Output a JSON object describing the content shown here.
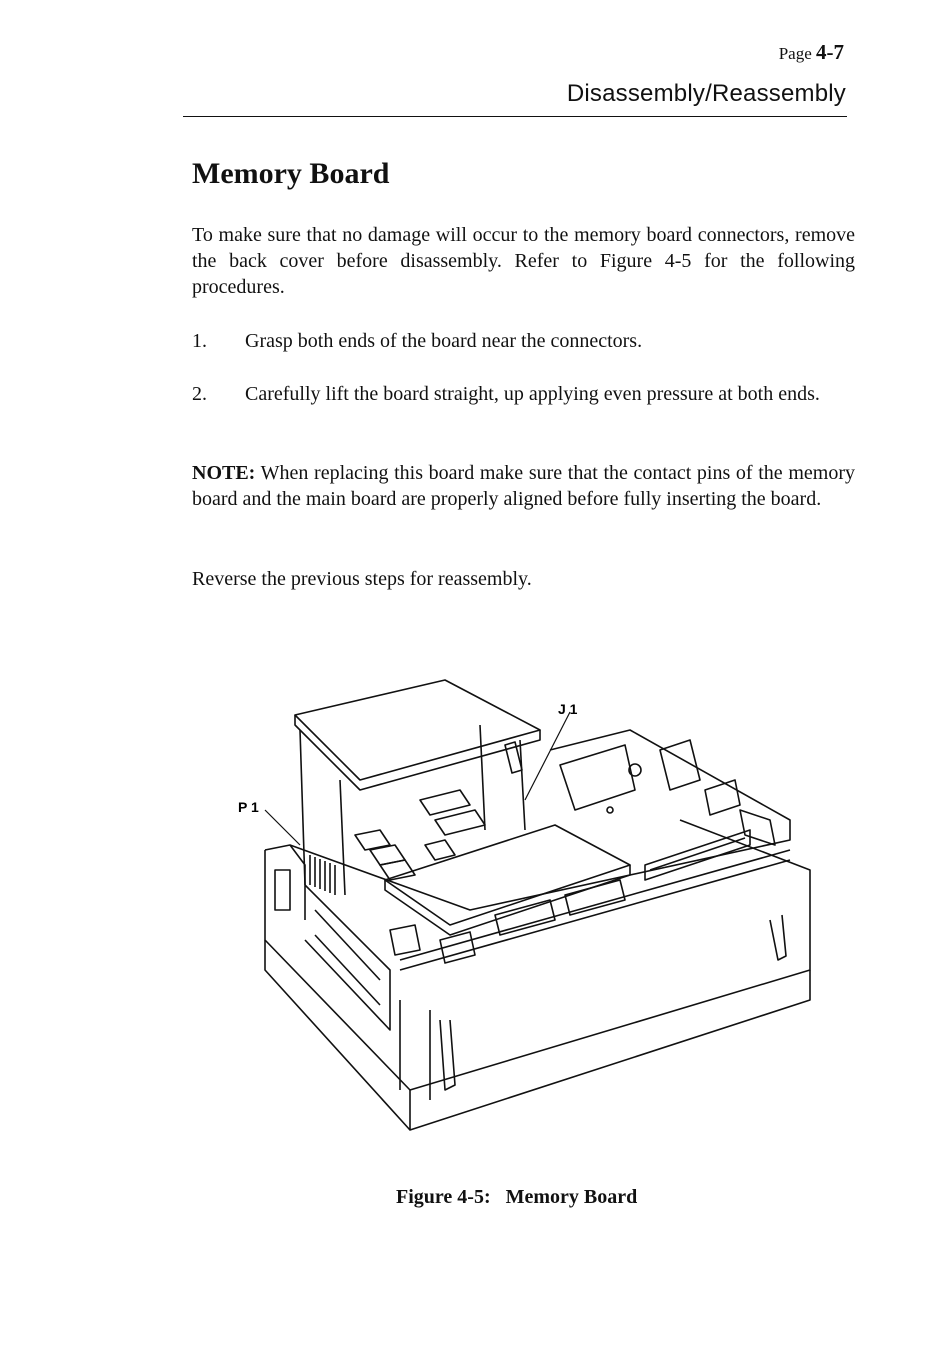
{
  "header": {
    "page_prefix": "Page",
    "page_number": "4-7",
    "section_title": "Disassembly/Reassembly"
  },
  "main": {
    "title": "Memory Board",
    "intro": "To make sure that no damage will occur to the memory board connectors, remove the back cover before disassembly. Refer to Figure 4-5 for the following procedures.",
    "steps": [
      {
        "number": "1.",
        "text": "Grasp both ends of the board near the connectors."
      },
      {
        "number": "2.",
        "text": "Carefully lift the board straight, up applying even pressure at both ends."
      }
    ],
    "note_label": "NOTE:",
    "note_text": " When replacing this board make sure that the contact pins of the memory board and the main board are properly aligned before fully inserting the board.",
    "reverse": "Reverse the previous steps for reassembly."
  },
  "figure": {
    "callouts": {
      "j1": "J 1",
      "p1": "P 1"
    },
    "caption": "Figure 4-5:   Memory Board"
  }
}
